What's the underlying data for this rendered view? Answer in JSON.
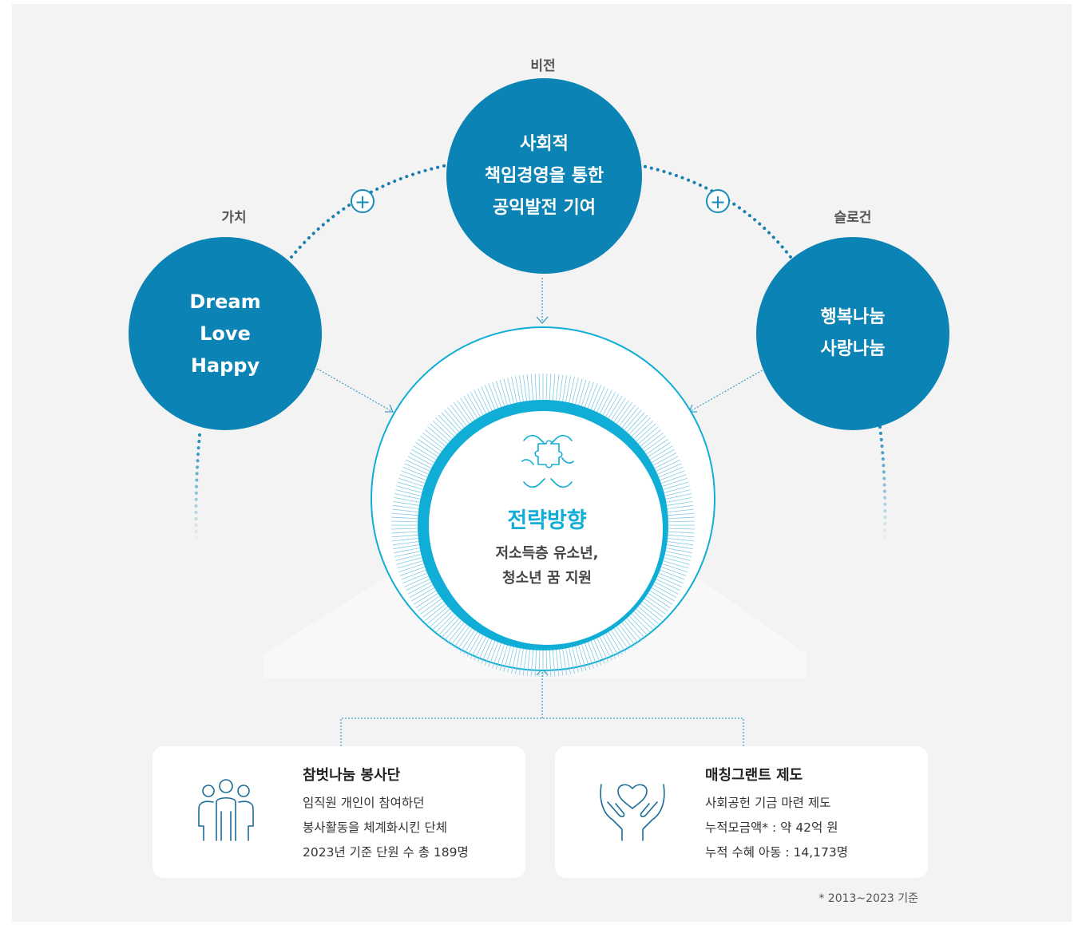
{
  "labels": {
    "vision": "비전",
    "value": "가치",
    "slogan": "슬로건"
  },
  "vision_circle": {
    "text": "사회적\n책임경영을 통한\n공익발전 기여"
  },
  "value_circle": {
    "text": "Dream\nLove\nHappy"
  },
  "slogan_circle": {
    "text": "행복나눔\n사랑나눔"
  },
  "center": {
    "icon": "puzzle-hands-icon",
    "title": "전략방향",
    "subtitle": "저소득층 유소년,\n청소년 꿈 지원"
  },
  "plus_symbol": "+",
  "cards": [
    {
      "icon": "people-group-icon",
      "title": "참벗나눔 봉사단",
      "lines": [
        "임직원 개인이 참여하던",
        "봉사활동을 체계화시킨 단체",
        "2023년 기준 단원 수 총 189명"
      ]
    },
    {
      "icon": "heart-hands-icon",
      "title": "매칭그랜트 제도",
      "lines": [
        "사회공헌 기금 마련 제도",
        "누적모금액* : 약 42억 원",
        "누적 수혜 아동 : 14,173명"
      ]
    }
  ],
  "footnote": "* 2013~2023 기준",
  "colors": {
    "circle": "#0b84b5",
    "accent": "#10aed6",
    "background": "#f3f3f3",
    "plus_border": "#1a8bbb"
  }
}
